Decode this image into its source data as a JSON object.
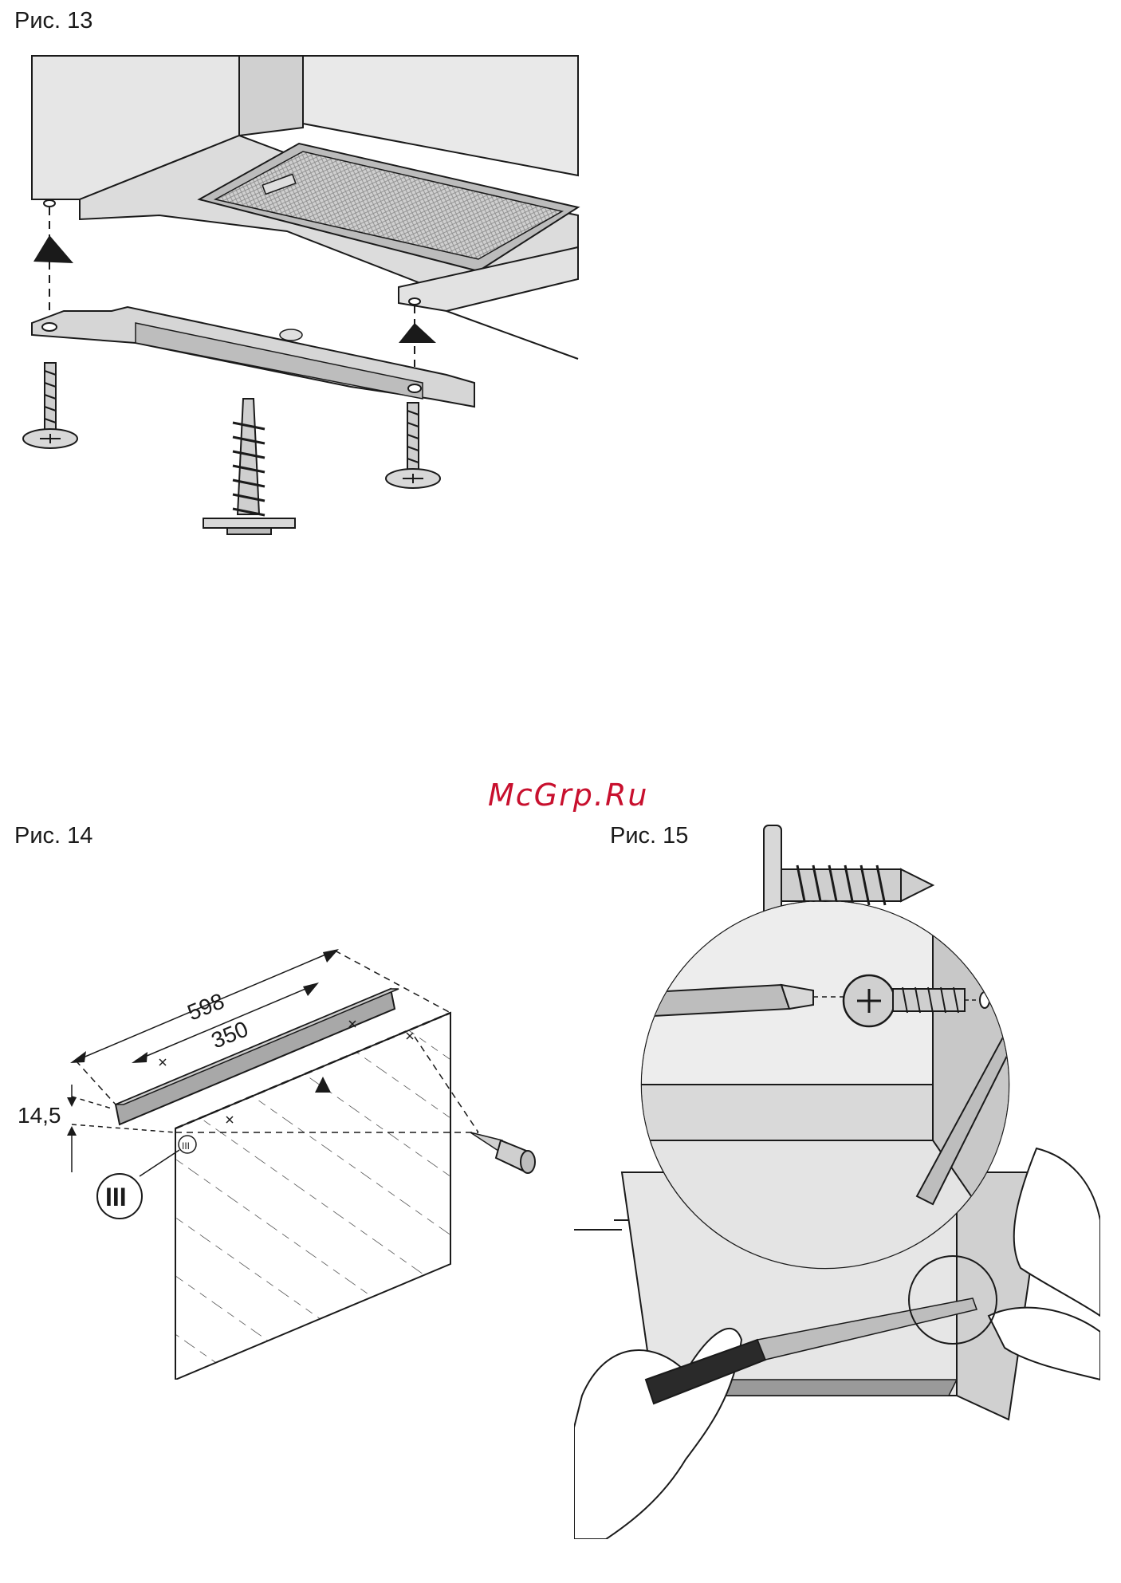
{
  "watermark": "McGrp.Ru",
  "figures": [
    {
      "caption": "Рис. 13"
    },
    {
      "caption": "Рис. 14",
      "dimensions": {
        "overall": "598",
        "inner": "350",
        "height": "14,5"
      },
      "marker_label": "III"
    },
    {
      "caption": "Рис. 15"
    }
  ],
  "colors": {
    "ink": "#1a1a1a",
    "watermark": "#c8102e",
    "panel_gray": "#d9d9d9",
    "light_gray": "#ececec",
    "mid_gray": "#a8a8a8"
  }
}
